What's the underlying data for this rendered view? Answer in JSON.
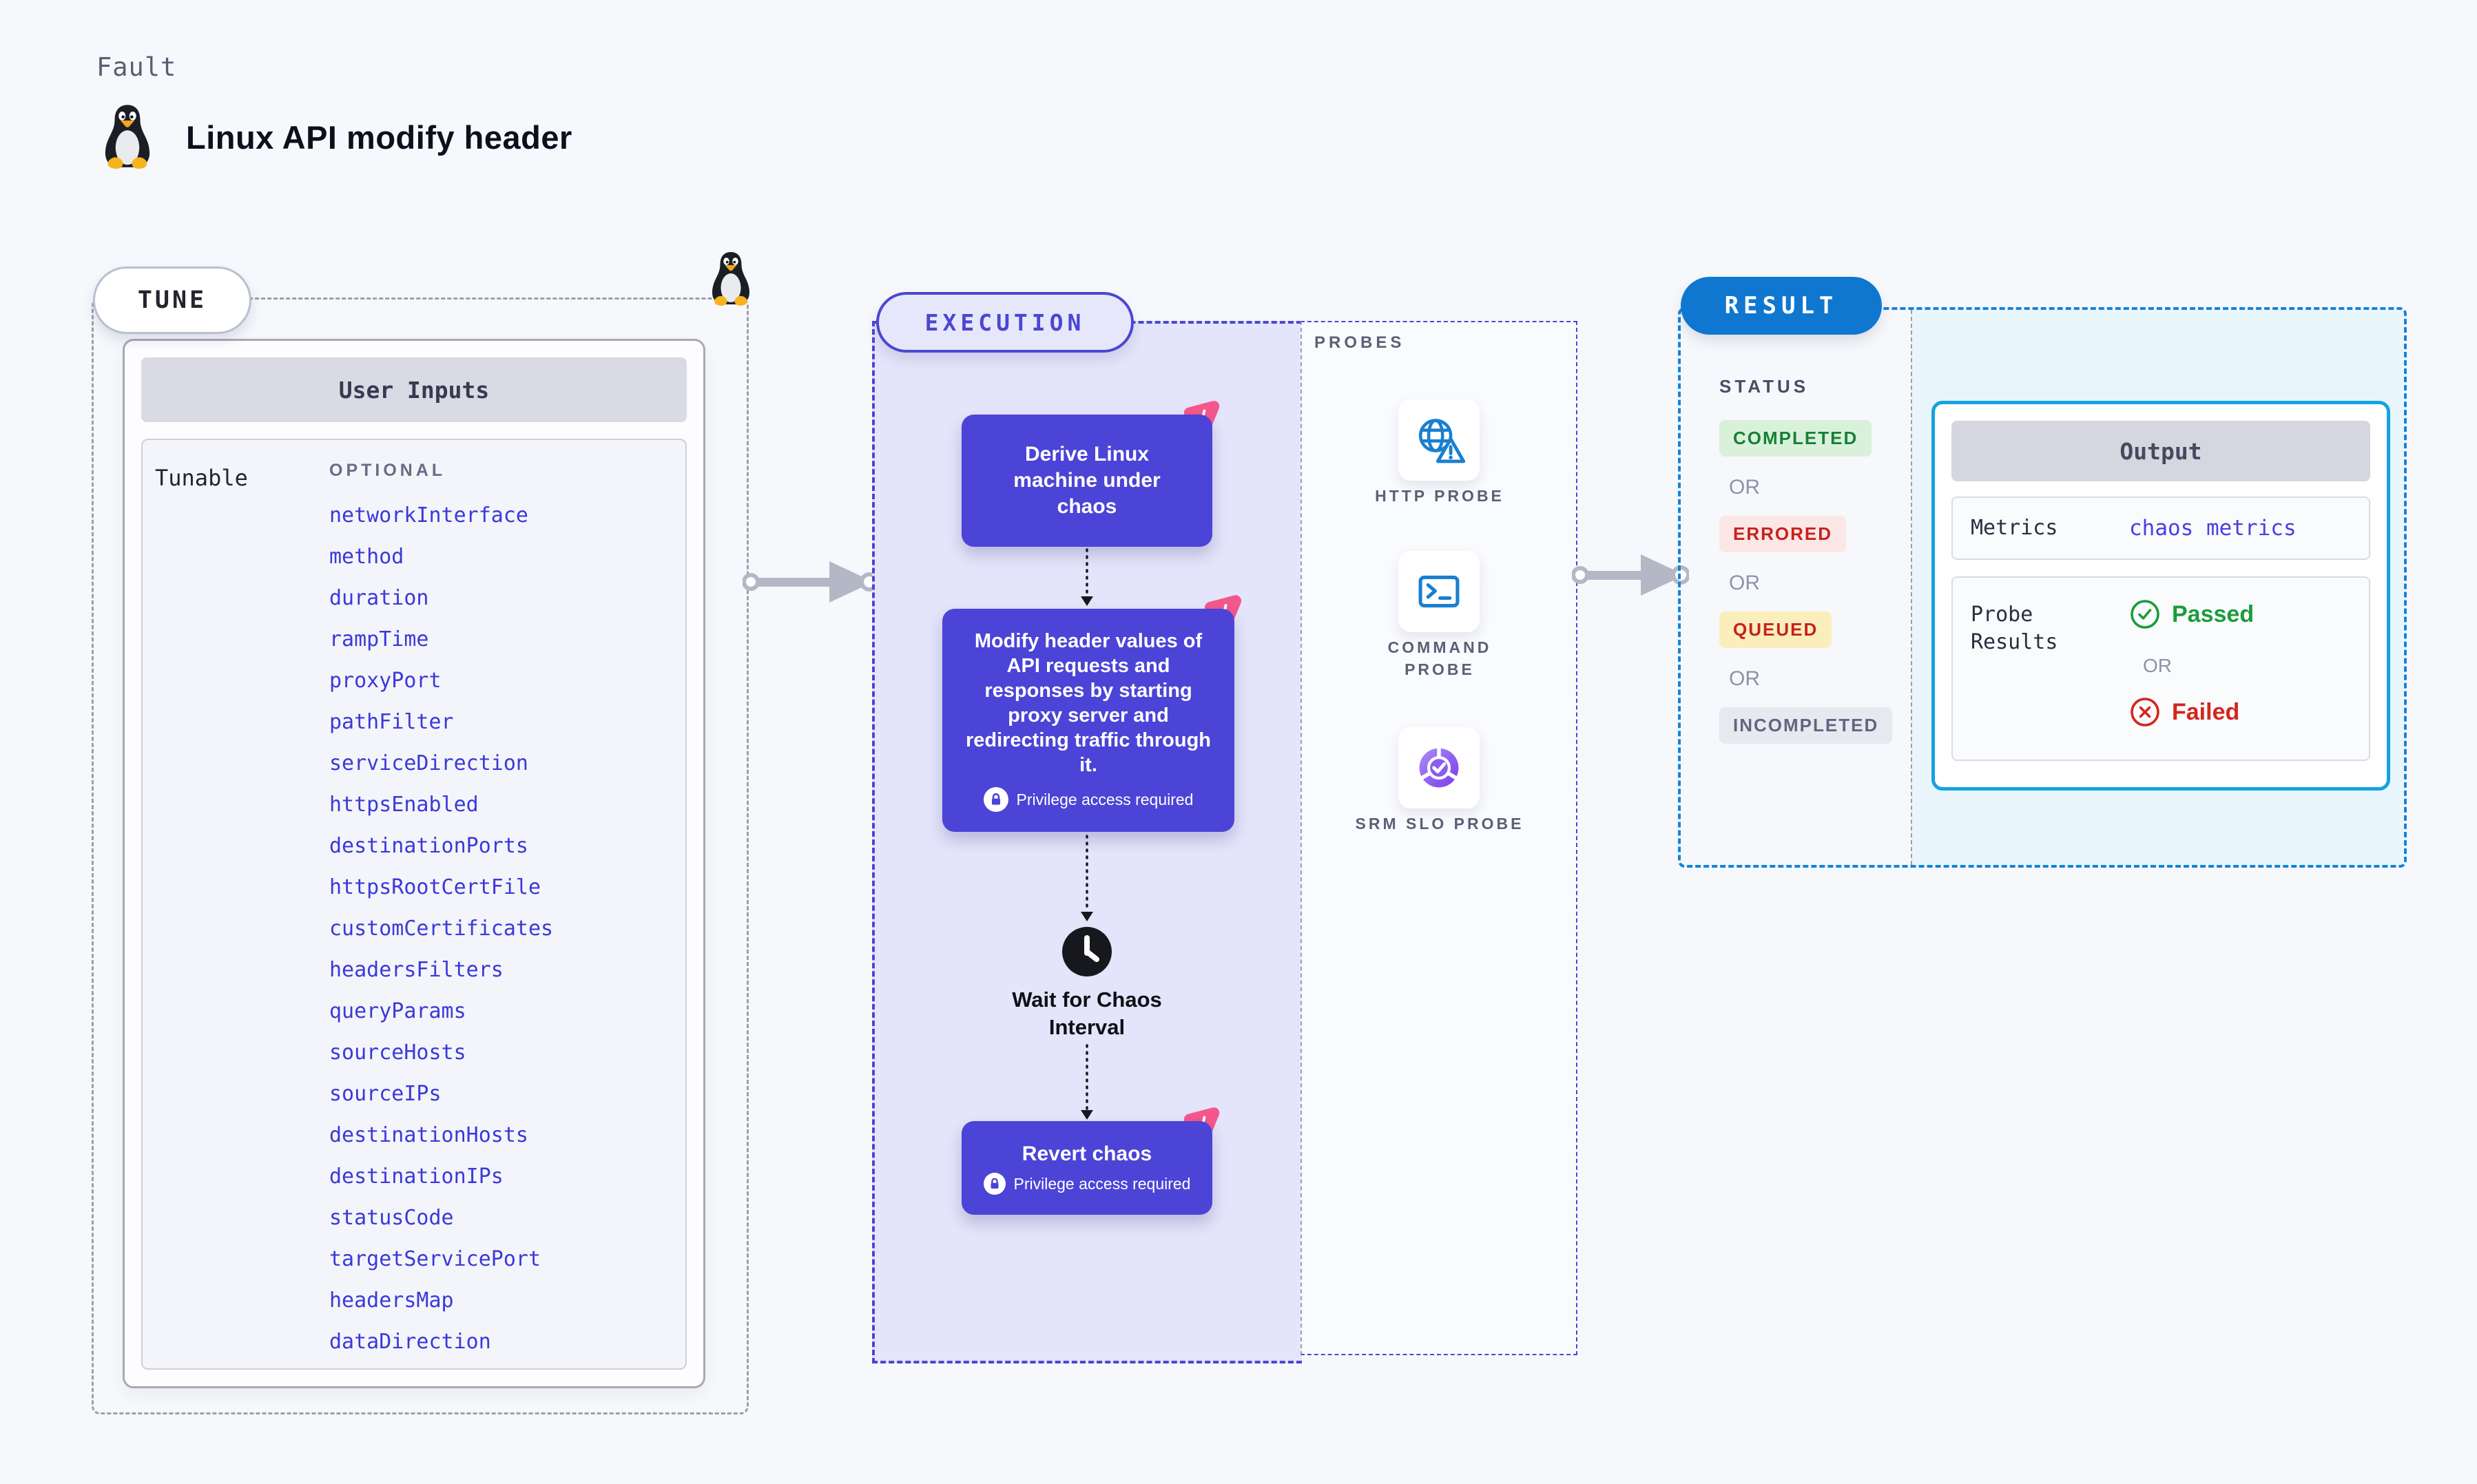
{
  "header": {
    "kicker": "Fault",
    "title": "Linux API modify header"
  },
  "tune": {
    "badge": "TUNE",
    "table_title": "User Inputs",
    "row_label": "Tunable",
    "column_header": "OPTIONAL",
    "tunables": [
      "networkInterface",
      "method",
      "duration",
      "rampTime",
      "proxyPort",
      "pathFilter",
      "serviceDirection",
      "httpsEnabled",
      "destinationPorts",
      "httpsRootCertFile",
      "customCertificates",
      "headersFilters",
      "queryParams",
      "sourceHosts",
      "sourceIPs",
      "destinationHosts",
      "destinationIPs",
      "statusCode",
      "targetServicePort",
      "headersMap",
      "dataDirection"
    ]
  },
  "execution": {
    "badge": "EXECUTION",
    "privilege_label": "Privilege access required",
    "steps": [
      {
        "label": "Derive Linux machine under chaos"
      },
      {
        "label": "Modify header values of API requests and responses by starting proxy server and redirecting traffic through it."
      },
      {
        "label": "Wait for Chaos Interval"
      },
      {
        "label": "Revert chaos"
      }
    ]
  },
  "probes": {
    "label": "PROBES",
    "items": [
      {
        "name": "HTTP PROBE",
        "icon": "globe-warning-icon"
      },
      {
        "name": "COMMAND PROBE",
        "icon": "terminal-icon"
      },
      {
        "name": "SRM SLO PROBE",
        "icon": "slo-donut-icon"
      }
    ]
  },
  "result": {
    "badge": "RESULT",
    "status_label": "STATUS",
    "or_label": "OR",
    "statuses": [
      {
        "label": "COMPLETED",
        "kind": "completed"
      },
      {
        "label": "ERRORED",
        "kind": "errored"
      },
      {
        "label": "QUEUED",
        "kind": "queued"
      },
      {
        "label": "INCOMPLETED",
        "kind": "incompleted"
      }
    ],
    "output": {
      "title": "Output",
      "metrics_label": "Metrics",
      "metrics_value": "chaos metrics",
      "probe_results_label": "Probe Results",
      "passed_label": "Passed",
      "or_label": "OR",
      "failed_label": "Failed"
    }
  },
  "colors": {
    "accent_indigo": "#4a47d2",
    "node_purple": "#4b44d6",
    "chaos_pink": "#f4578c",
    "link_blue": "#3b39d8",
    "result_blue": "#0f77d0",
    "result_border_blue": "#1583d8",
    "output_cyan_border": "#14a4e0",
    "status_completed_green": "#188038",
    "status_error_red": "#c5221f",
    "passed_green": "#1b9c3b",
    "failed_red": "#d3261d",
    "probe_icon_blue": "#1a7fd0"
  }
}
